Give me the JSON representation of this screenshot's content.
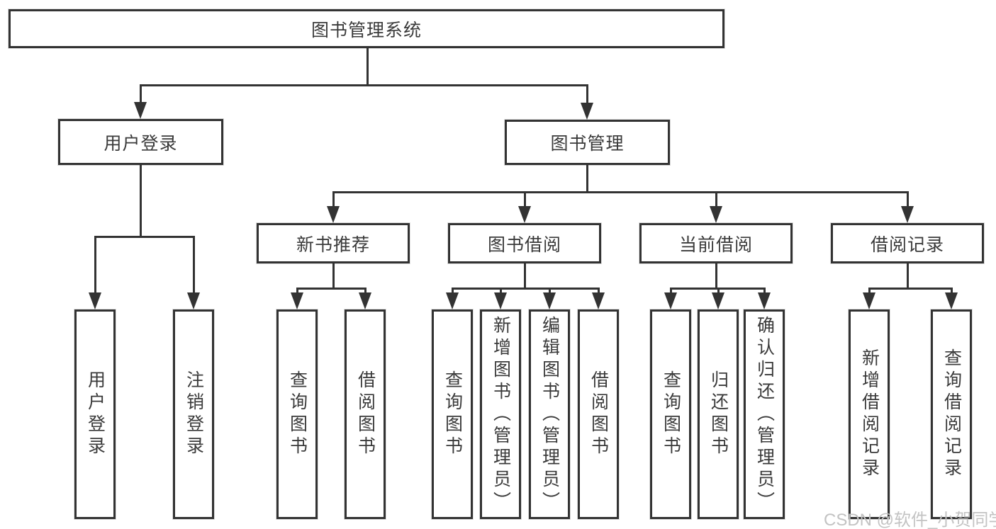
{
  "diagram": {
    "root": {
      "label": "图书管理系统",
      "children": [
        {
          "label": "用户登录",
          "children": [
            {
              "label": "用户登录"
            },
            {
              "label": "注销登录"
            }
          ]
        },
        {
          "label": "图书管理",
          "children": [
            {
              "label": "新书推荐",
              "children": [
                {
                  "label": "查询图书"
                },
                {
                  "label": "借阅图书"
                }
              ]
            },
            {
              "label": "图书借阅",
              "children": [
                {
                  "label": "查询图书"
                },
                {
                  "label": "新增图书（管理员）"
                },
                {
                  "label": "编辑图书（管理员）"
                },
                {
                  "label": "借阅图书"
                }
              ]
            },
            {
              "label": "当前借阅",
              "children": [
                {
                  "label": "查询图书"
                },
                {
                  "label": "归还图书"
                },
                {
                  "label": "确认归还（管理员）"
                }
              ]
            },
            {
              "label": "借阅记录",
              "children": [
                {
                  "label": "新增借阅记录"
                },
                {
                  "label": "查询借阅记录"
                }
              ]
            }
          ]
        }
      ]
    }
  },
  "watermark": {
    "text": "CSDN @软件_小贺同学"
  },
  "colors": {
    "line": "#333333",
    "text": "#3a3a3a",
    "background": "#ffffff",
    "watermark": "#c3c3c3"
  }
}
